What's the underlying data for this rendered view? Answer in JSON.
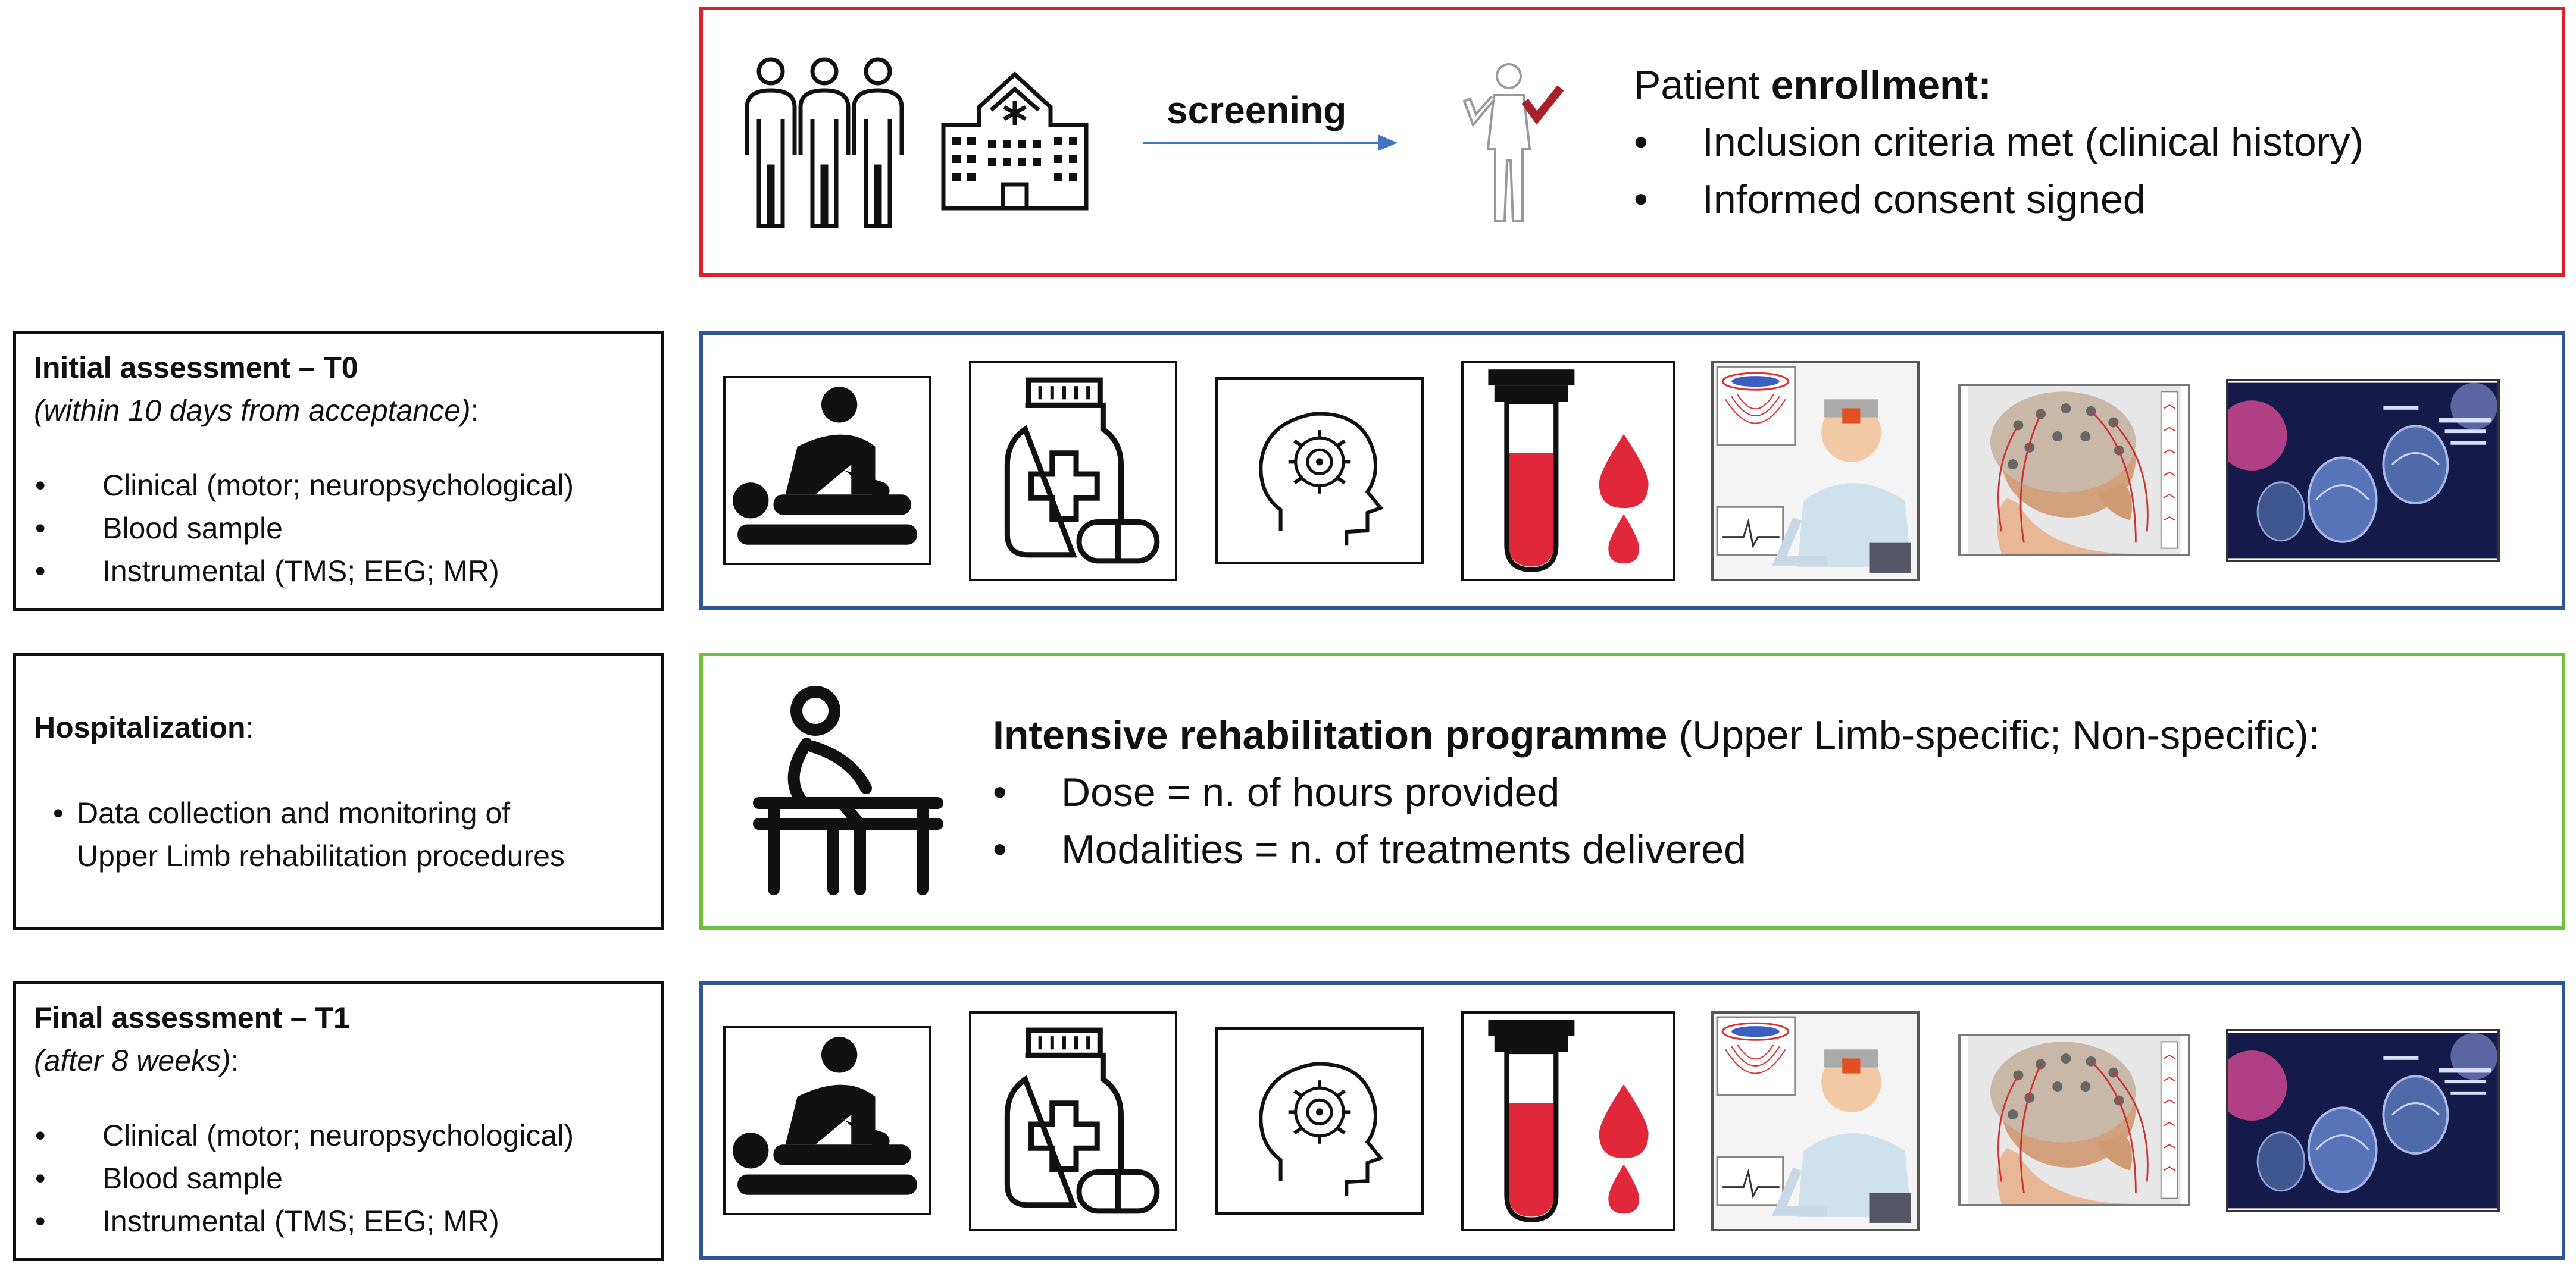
{
  "enrollment": {
    "screening_label": "screening",
    "title_prefix": "Patient ",
    "title_bold": "enrollment:",
    "bullets": [
      "Inclusion criteria met (clinical history)",
      "Informed consent signed"
    ]
  },
  "initial_assessment": {
    "title": "Initial assessment – T0",
    "subtitle": "(within 10 days from acceptance)",
    "colon": ":",
    "bullets": [
      "Clinical (motor; neuropsychological)",
      "Blood sample",
      "Instrumental (TMS; EEG; MR)"
    ]
  },
  "hospitalization": {
    "title": "Hospitalization",
    "colon": ":",
    "bullet_lines": [
      "Data collection and monitoring of",
      "Upper Limb rehabilitation procedures"
    ]
  },
  "rehabilitation": {
    "title_bold": "Intensive rehabilitation programme",
    "title_rest": " (Upper Limb-specific; Non-specific):",
    "bullets": [
      "Dose = n. of hours provided",
      "Modalities = n. of treatments delivered"
    ]
  },
  "final_assessment": {
    "title": "Final assessment – T1",
    "subtitle": "(after 8 weeks)",
    "colon": ":",
    "bullets": [
      "Clinical (motor; neuropsychological)",
      "Blood sample",
      "Instrumental (TMS; EEG; MR)"
    ]
  },
  "icons": [
    "people-icon",
    "hospital-icon",
    "patient-check-icon",
    "physiotherapy-icon",
    "medication-icon",
    "brain-cognition-icon",
    "blood-test-icon",
    "tms-icon",
    "eeg-icon",
    "mri-icon",
    "rehabilitation-icon"
  ],
  "colors": {
    "red_frame": "#d9232a",
    "blue_frame": "#2f5597",
    "green_frame": "#70c13a",
    "blood_red": "#e0283a",
    "arrow_blue": "#4472c4"
  }
}
